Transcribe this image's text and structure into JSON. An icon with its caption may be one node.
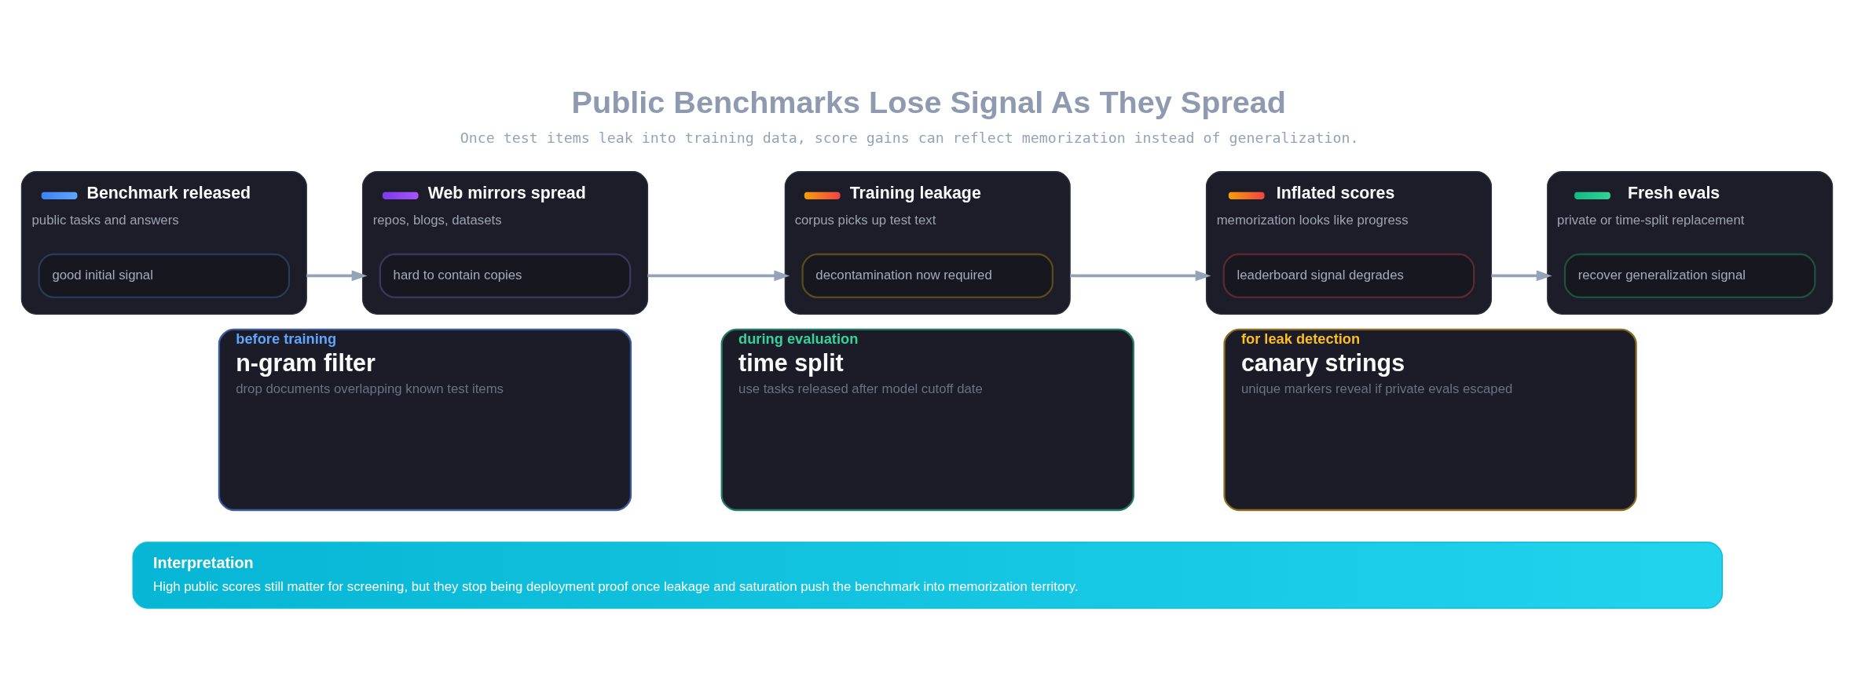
{
  "diagram": {
    "title": "Public Benchmarks Lose Signal As They Spread",
    "caption": "Once test items leak into training data, score gains can reflect memorization instead of generalization.",
    "nodes": [
      {
        "text": [
          "Benchmark released",
          "public tasks and answers"
        ]
      },
      {
        "text": [
          "good initial signal"
        ],
        "in": 0
      },
      {
        "text": [
          "Web mirrors spread",
          "repos, blogs, datasets"
        ]
      },
      {
        "text": [
          "hard to contain copies"
        ],
        "in": 2
      },
      {
        "text": [
          "Training leakage",
          "corpus picks up test text"
        ]
      },
      {
        "text": [
          "decontamination now required"
        ],
        "in": 4
      },
      {
        "text": [
          "Inflated scores",
          "memorization looks like progress"
        ]
      },
      {
        "text": [
          "leaderboard signal degrades"
        ],
        "in": 6
      },
      {
        "text": [
          "Fresh evals",
          "private or time-split replacement"
        ]
      },
      {
        "text": [
          "recover generalization signal"
        ],
        "in": 8
      },
      {
        "text": [
          "before training",
          "n-gram filter",
          "drop documents overlapping known test items"
        ]
      },
      {
        "text": [
          "during evaluation",
          "time split",
          "use tasks released after model cutoff date"
        ]
      },
      {
        "text": [
          "for leak detection",
          "canary strings",
          "unique markers reveal if private evals escaped"
        ]
      },
      {
        "text": [
          "Interpretation",
          "High public scores still matter for screening, but they stop being deployment proof once leakage and saturation push the benchmark into memorization territory."
        ]
      }
    ],
    "edges": [
      {
        "from": 0,
        "to": 2,
        "arrow": "to"
      },
      {
        "from": 2,
        "to": 4,
        "arrow": "to"
      },
      {
        "from": 4,
        "to": 6,
        "arrow": "to"
      },
      {
        "from": 6,
        "to": 8,
        "arrow": "to"
      }
    ]
  }
}
